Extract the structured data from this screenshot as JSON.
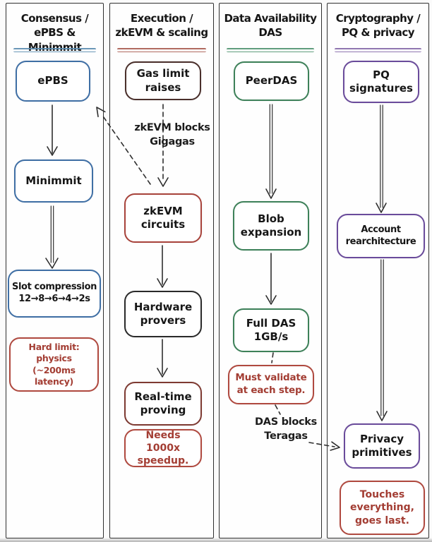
{
  "columns": [
    {
      "id": "consensus",
      "title": "Consensus /\nePBS & Minimmit",
      "accent": "#5a8cb0",
      "nodes": [
        {
          "label": "ePBS",
          "border": "#3f6fa5"
        },
        {
          "label": "Minimmit",
          "border": "#3f6fa5"
        },
        {
          "label": "Slot compression\n12→8→6→4→2s",
          "border": "#3f6fa5"
        },
        {
          "label": "Hard limit:\nphysics\n(~200ms latency)",
          "border": "#b0493f",
          "text": "#a33d33",
          "kind": "note"
        }
      ]
    },
    {
      "id": "execution",
      "title": "Execution /\nzkEVM & scaling",
      "accent": "#a85a50",
      "nodes": [
        {
          "label": "Gas limit\nraises",
          "border": "#4a2f2b"
        },
        {
          "label": "zkEVM\ncircuits",
          "border": "#a8433b"
        },
        {
          "label": "Hardware\nprovers",
          "border": "#2a2a2a"
        },
        {
          "label": "Real-time\nproving",
          "border": "#7e3a32"
        },
        {
          "label": "Needs 1000x\nspeedup.",
          "border": "#b0493f",
          "text": "#a33d33",
          "kind": "note"
        }
      ]
    },
    {
      "id": "data-availability",
      "title": "Data Availability\nDAS",
      "accent": "#4f9370",
      "nodes": [
        {
          "label": "PeerDAS",
          "border": "#3d8159"
        },
        {
          "label": "Blob\nexpansion",
          "border": "#3d8159"
        },
        {
          "label": "Full DAS\n1GB/s",
          "border": "#3d8159"
        },
        {
          "label": "Must validate\nat each step.",
          "border": "#b0493f",
          "text": "#a33d33",
          "kind": "note"
        }
      ]
    },
    {
      "id": "cryptography",
      "title": "Cryptography /\nPQ & privacy",
      "accent": "#8568a8",
      "nodes": [
        {
          "label": "PQ\nsignatures",
          "border": "#6a4b9b"
        },
        {
          "label": "Account\nrearchitecture",
          "border": "#6a4b9b"
        },
        {
          "label": "Privacy\nprimitives",
          "border": "#6a4b9b"
        },
        {
          "label": "Touches\neverything,\ngoes last.",
          "border": "#b0493f",
          "text": "#a33d33",
          "kind": "note"
        }
      ]
    }
  ],
  "edge_labels": [
    {
      "text": "zkEVM blocks\nGigagas"
    },
    {
      "text": "DAS blocks\nTeragas"
    }
  ],
  "colors": {
    "arrow": "#2e2e2e",
    "note_border": "#b0493f",
    "note_text": "#a33d33"
  }
}
